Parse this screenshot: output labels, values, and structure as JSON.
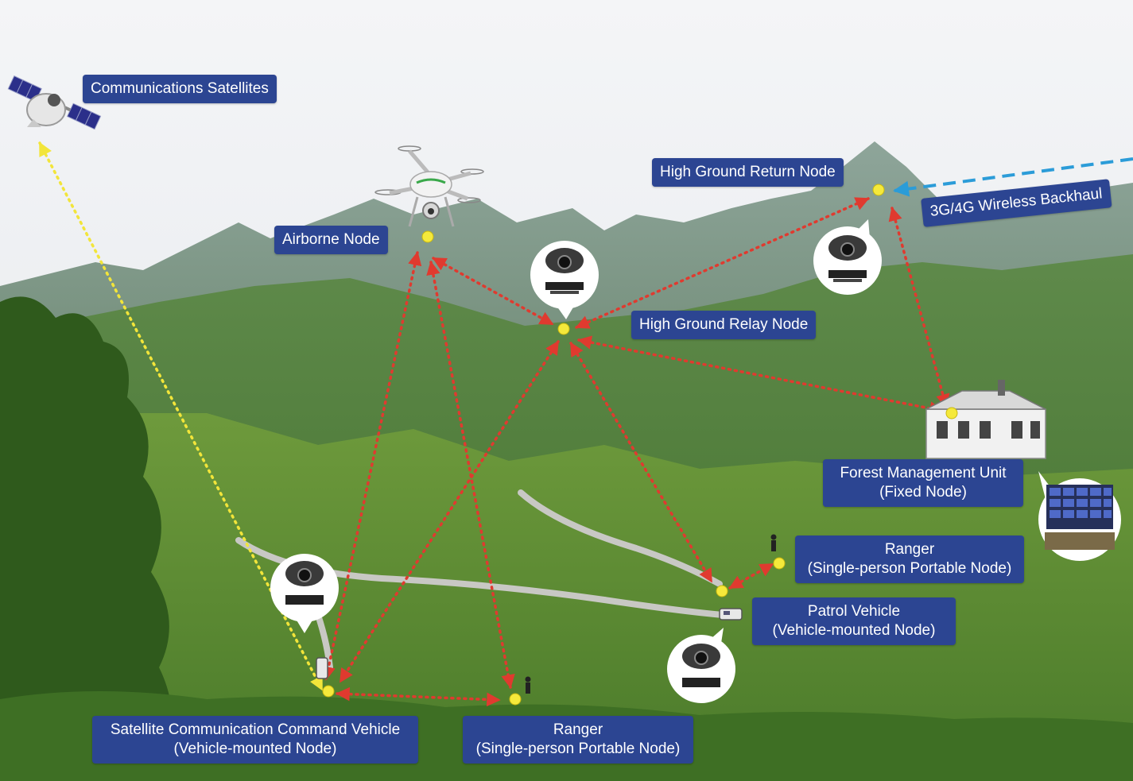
{
  "colors": {
    "label_bg": "#2c4592",
    "label_text": "#ffffff",
    "link_red": "#e03a2f",
    "link_yellow": "#f2e53a",
    "link_blue": "#2b9cd8",
    "node_dot": "#f5e93b"
  },
  "icons": {
    "satellite": "satellite-icon",
    "drone": "drone-icon",
    "camera": "dome-camera-icon",
    "building": "building-icon",
    "monitor_wall": "monitor-wall-icon",
    "ranger": "person-icon",
    "vehicle": "vehicle-icon"
  },
  "labels": {
    "satellites": "Communications Satellites",
    "airborne": "Airborne Node",
    "high_return": "High Ground Return Node",
    "backhaul": "3G/4G Wireless Backhaul",
    "high_relay": "High Ground Relay Node",
    "forest_line1": "Forest Management Unit",
    "forest_line2": "(Fixed Node)",
    "ranger_right_line1": "Ranger",
    "ranger_right_line2": "(Single-person Portable Node)",
    "patrol_line1": "Patrol Vehicle",
    "patrol_line2": "(Vehicle-mounted Node)",
    "command_line1": "Satellite Communication Command Vehicle",
    "command_line2": "(Vehicle-mounted Node)",
    "ranger_bottom_line1": "Ranger",
    "ranger_bottom_line2": "(Single-person Portable Node)"
  }
}
